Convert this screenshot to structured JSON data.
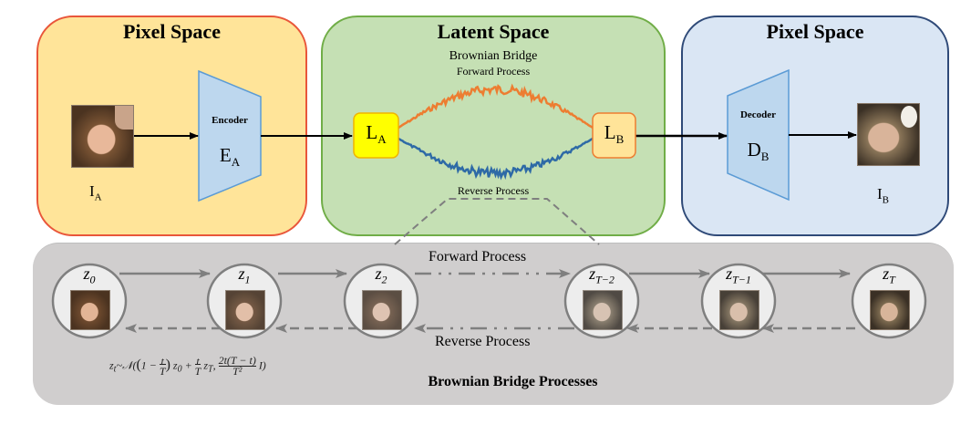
{
  "panels": {
    "pixel_space_a": {
      "title": "Pixel Space",
      "encoder_label": "Encoder",
      "encoder_symbol": "E",
      "encoder_sub": "A",
      "image_label": "I",
      "image_sub": "A",
      "image_desc": "real face photo"
    },
    "latent_space": {
      "title": "Latent Space",
      "subtitle_1": "Brownian Bridge",
      "subtitle_2": "Forward Process",
      "reverse_label": "Reverse Process",
      "node_a": "L",
      "node_a_sub": "A",
      "node_b": "L",
      "node_b_sub": "B",
      "forward_color": "#ed7d31",
      "reverse_color": "#2e6aa6"
    },
    "pixel_space_b": {
      "title": "Pixel Space",
      "decoder_label": "Decoder",
      "decoder_symbol": "D",
      "decoder_sub": "B",
      "image_label": "I",
      "image_sub": "B",
      "image_desc": "comic-style face"
    }
  },
  "bottom": {
    "title": "Brownian Bridge Processes",
    "forward_label": "Forward Process",
    "reverse_label": "Reverse Process",
    "formula": "z_t ~ N((1 − t/T) z_0 + (t/T) z_T, 2t(T − t)/T² I)",
    "nodes": [
      {
        "label": "z",
        "sub": "0",
        "noise": 0.0,
        "style": "photo"
      },
      {
        "label": "z",
        "sub": "1",
        "noise": 0.35,
        "style": "photo"
      },
      {
        "label": "z",
        "sub": "2",
        "noise": 0.6,
        "style": "photo"
      },
      {
        "label": "z",
        "sub": "T−2",
        "noise": 0.6,
        "style": "comic"
      },
      {
        "label": "z",
        "sub": "T−1",
        "noise": 0.35,
        "style": "comic"
      },
      {
        "label": "z",
        "sub": "T",
        "noise": 0.0,
        "style": "comic"
      }
    ]
  },
  "colors": {
    "pixel_a_fill": "#ffe499",
    "pixel_a_border": "#e9563a",
    "latent_fill": "#c5e0b4",
    "latent_border": "#70ad47",
    "pixel_b_fill": "#dae6f4",
    "pixel_b_border": "#2f4a78",
    "coder_fill": "#bdd7ee",
    "coder_border": "#5b9bd5",
    "bottom_fill": "#d0cece"
  }
}
